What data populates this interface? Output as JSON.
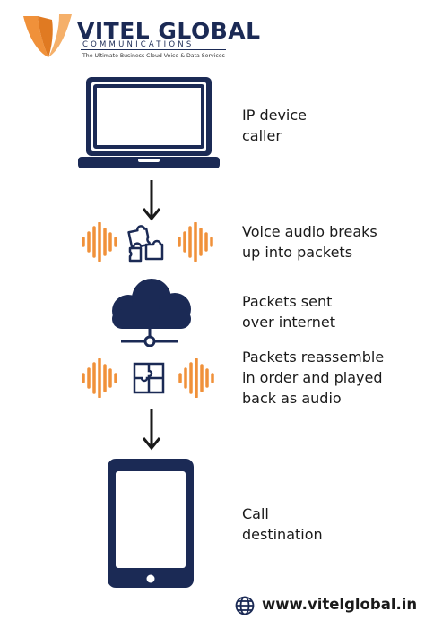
{
  "brand": {
    "name": "VITEL GLOBAL",
    "subtitle": "COMMUNICATIONS",
    "tagline": "The Ultimate Business Cloud Voice & Data Services"
  },
  "steps": [
    {
      "line1": "IP device",
      "line2": "caller",
      "icon": "laptop-icon"
    },
    {
      "line1": "Voice audio breaks",
      "line2": "up into packets",
      "icon": "puzzle-icon"
    },
    {
      "line1": "Packets sent",
      "line2": "over internet",
      "icon": "cloud-network-icon"
    },
    {
      "line1": "Packets reassemble",
      "line2": "in order and played",
      "line3": "back as audio",
      "icon": "puzzle-icon"
    },
    {
      "line1": "Call",
      "line2": "destination",
      "icon": "tablet-icon"
    }
  ],
  "footer": {
    "url": "www.vitelglobal.in",
    "icon": "globe-icon"
  },
  "colors": {
    "navy": "#1b2a55",
    "orange": "#f0913a",
    "text": "#1a1a1a"
  }
}
